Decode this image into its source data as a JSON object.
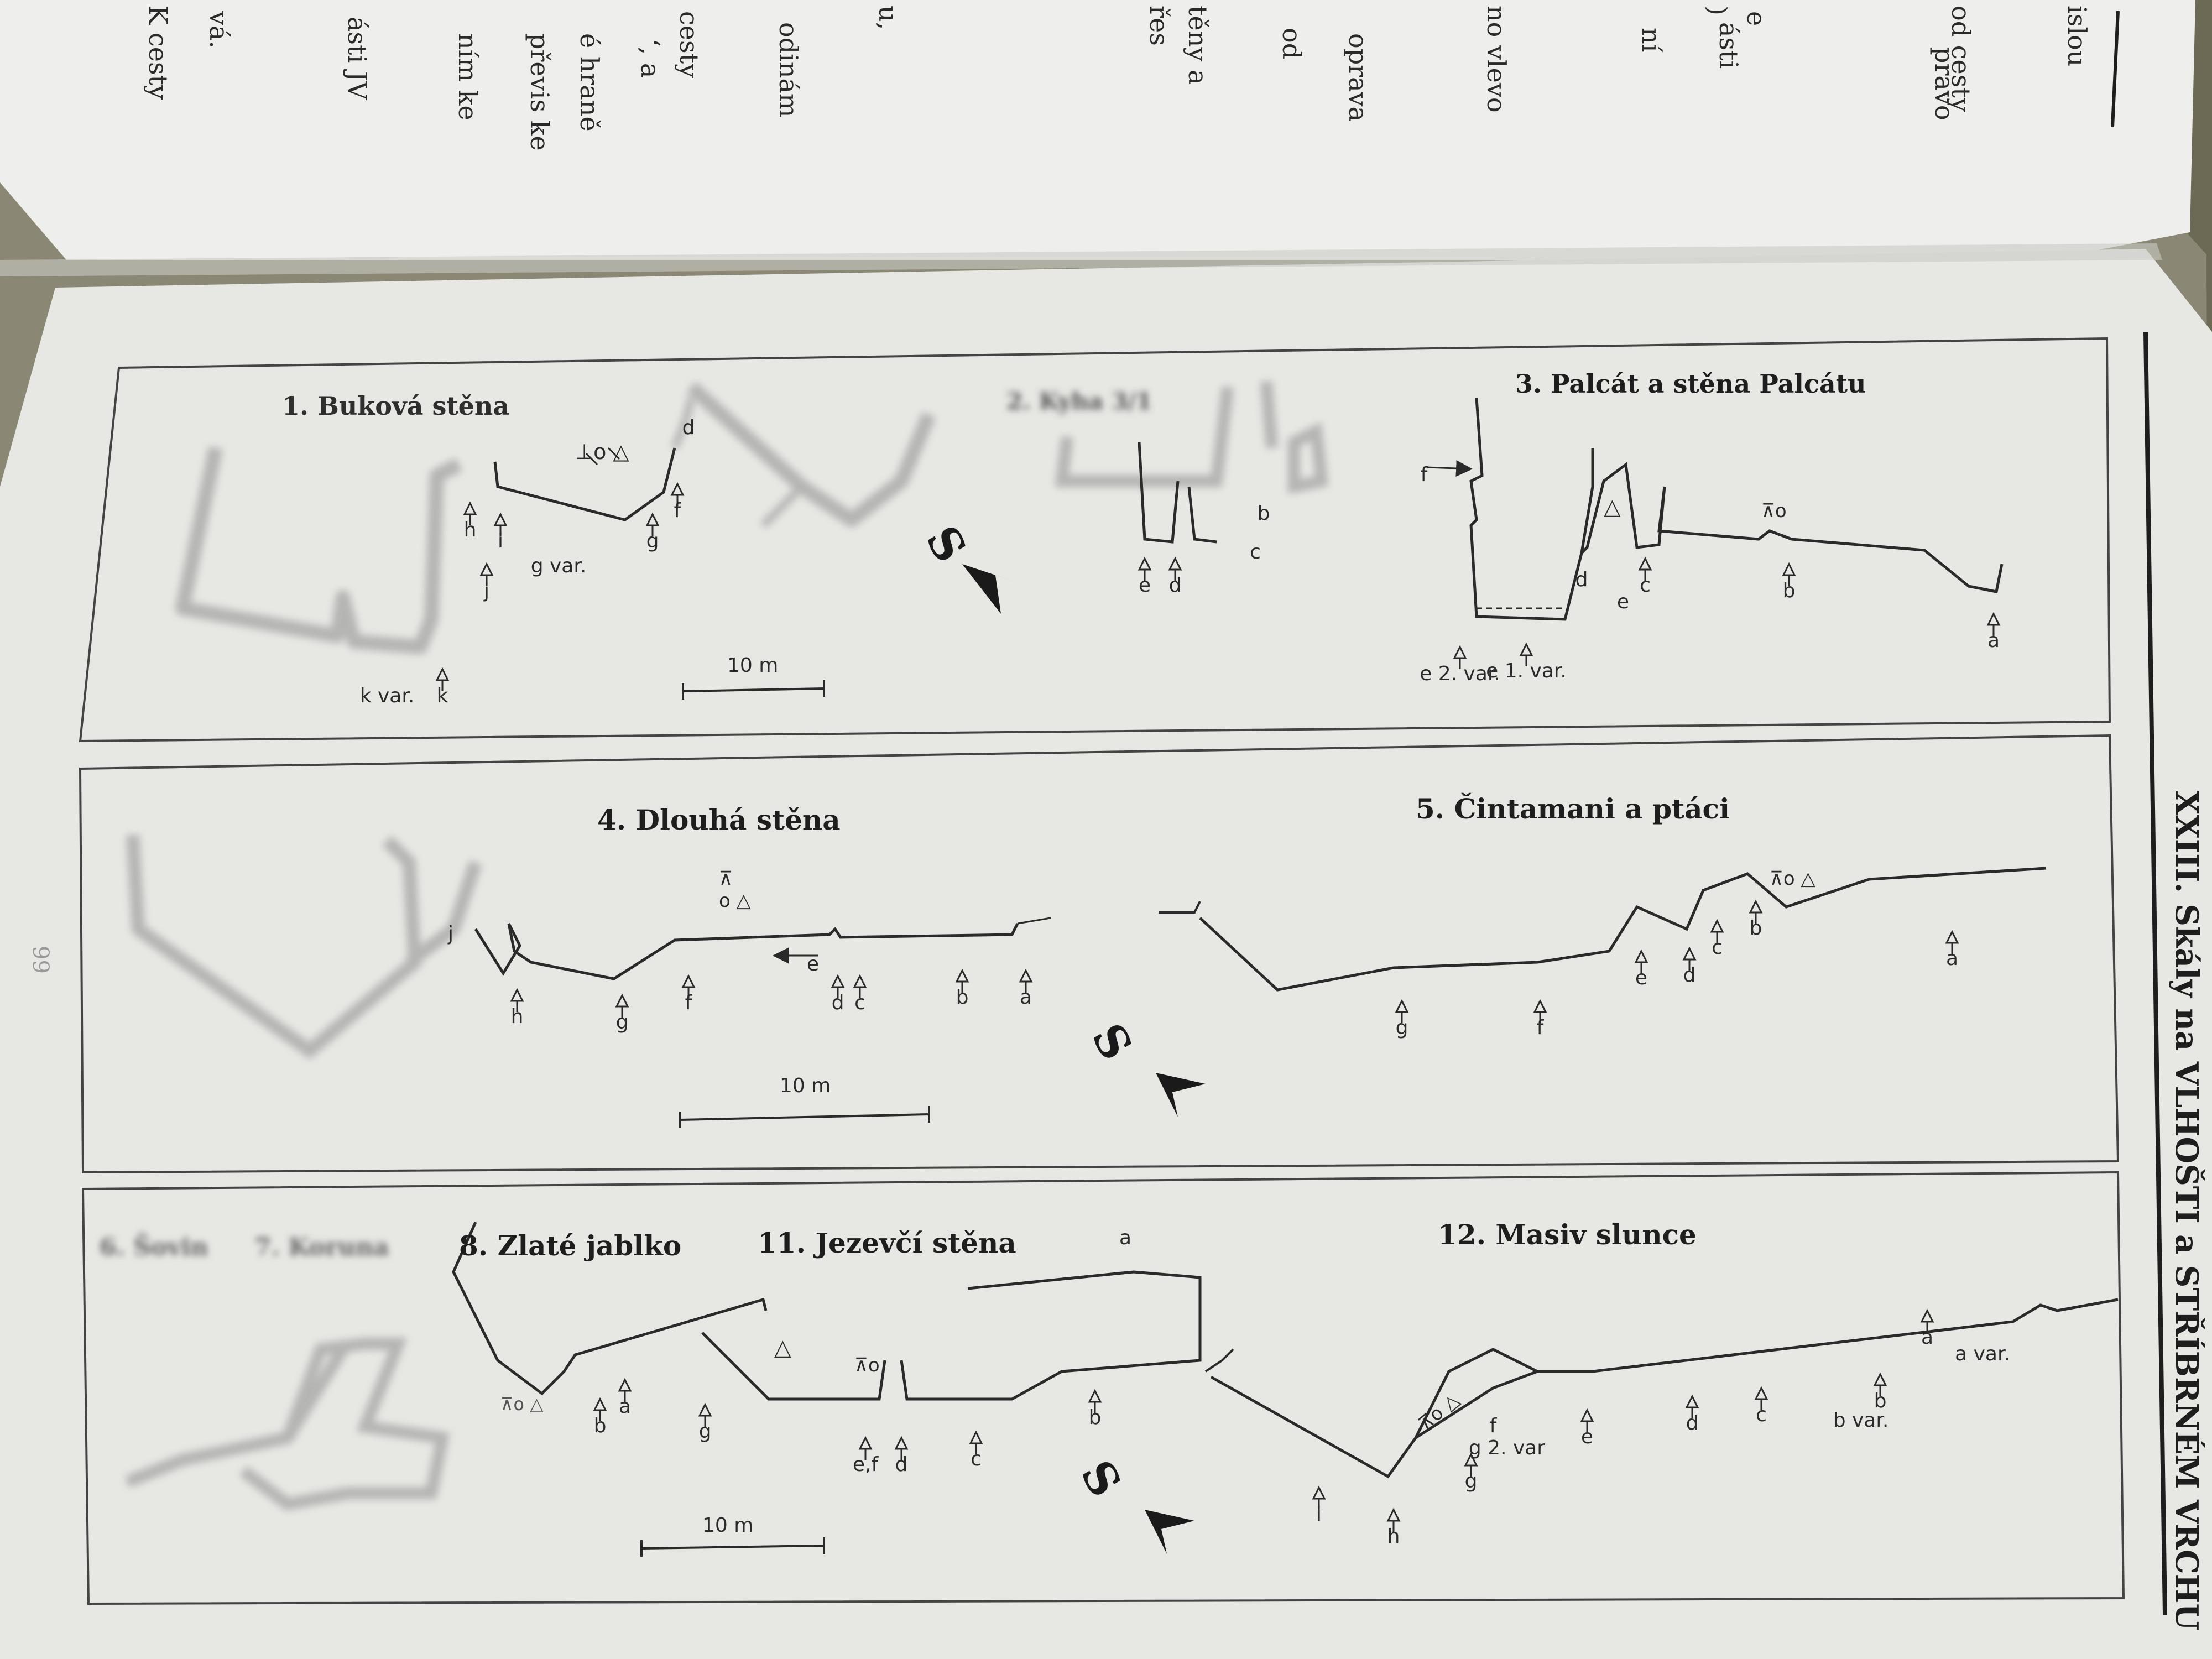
{
  "book": {
    "running_header": "XXIII. Skály na VLHOŠTI a STŘÍBRNÉM VRCHU",
    "page_number": "99",
    "opposite_page_fragments": [
      "islou",
      "od cesty",
      "pravo",
      "e",
      "ásti",
      ")",
      "ní",
      "no vlevo",
      "oprava",
      "od",
      "těny a",
      "řes",
      "odinám",
      "u,",
      "cesty",
      "é hraně",
      "převis ke",
      "ním ke",
      "ásti JV",
      "vá.",
      "K cesty",
      "‘, a"
    ]
  },
  "panel_top": {
    "sector1": {
      "title": "1. Buková stěna",
      "labels": [
        "h",
        "i",
        "j",
        "k",
        "g",
        "g var.",
        "f",
        "d",
        "k var."
      ]
    },
    "sector2": {
      "title": "2. Kyha 3/1",
      "labels": [
        "e",
        "d",
        "c",
        "b"
      ]
    },
    "sector3": {
      "title": "3. Palcát a stěna Palcátu",
      "labels": [
        "f",
        "d",
        "e",
        "e 2. var.",
        "e 1. var.",
        "c",
        "b",
        "a"
      ]
    },
    "scale_label": "10 m",
    "north_label": "S"
  },
  "panel_middle": {
    "sector4": {
      "title": "4. Dlouhá stěna",
      "labels": [
        "h",
        "g",
        "f",
        "e",
        "d",
        "c",
        "b",
        "a",
        "j"
      ]
    },
    "sector5": {
      "title": "5. Čintamani a ptáci",
      "labels": [
        "g",
        "f",
        "e",
        "d",
        "c",
        "b",
        "a"
      ]
    },
    "scale_label": "10 m",
    "north_label": "S"
  },
  "panel_bottom": {
    "sector6": {
      "title": "6. Šovin",
      "labels": []
    },
    "sector7": {
      "title": "7. Koruna",
      "labels": []
    },
    "sector8": {
      "title": "8. Zlaté jablko",
      "labels": [
        "b",
        "a"
      ]
    },
    "sector11": {
      "title": "11. Jezevčí stěna",
      "labels": [
        "g",
        "e,f",
        "d",
        "c",
        "b",
        "a"
      ]
    },
    "sector12": {
      "title": "12. Masiv slunce",
      "labels": [
        "i",
        "h",
        "g",
        "g 2. var",
        "f",
        "e",
        "d",
        "c",
        "b",
        "b var.",
        "a",
        "a var."
      ]
    },
    "scale_label": "10 m",
    "north_label": "S"
  },
  "colors": {
    "page": "#e7e8e4",
    "left_page": "#eeeeec",
    "ink": "#2a2a2a",
    "faded_ink": "#8c8c8c",
    "background": "#6c6a55"
  }
}
